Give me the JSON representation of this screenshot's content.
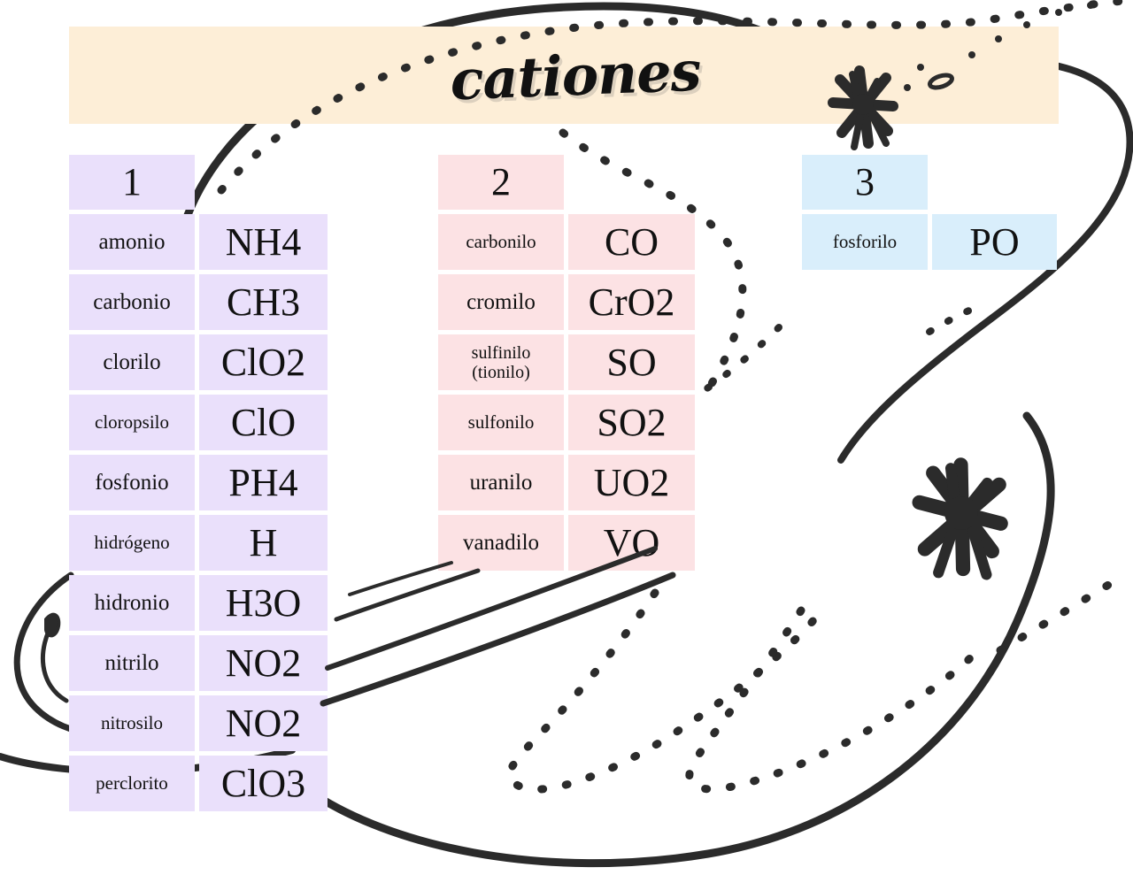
{
  "banner": {
    "title": "cationes",
    "color": "#fdeed7"
  },
  "columns": [
    {
      "id": "col1",
      "header": "1",
      "color": "#eae0fb",
      "rows": [
        {
          "name": "amonio",
          "formula": "NH4"
        },
        {
          "name": "carbonio",
          "formula": "CH3"
        },
        {
          "name": "clorilo",
          "formula": "ClO2"
        },
        {
          "name": "cloropsilo",
          "formula": "ClO"
        },
        {
          "name": "fosfonio",
          "formula": "PH4"
        },
        {
          "name": "hidrógeno",
          "formula": "H"
        },
        {
          "name": "hidronio",
          "formula": "H3O"
        },
        {
          "name": "nitrilo",
          "formula": "NO2"
        },
        {
          "name": "nitrosilo",
          "formula": "NO2"
        },
        {
          "name": "perclorito",
          "formula": "ClO3"
        }
      ]
    },
    {
      "id": "col2",
      "header": "2",
      "color": "#fce2e4",
      "rows": [
        {
          "name": "carbonilo",
          "formula": "CO"
        },
        {
          "name": "cromilo",
          "formula": "CrO2"
        },
        {
          "name": "sulfinilo",
          "name2": "(tionilo)",
          "formula": "SO"
        },
        {
          "name": "sulfonilo",
          "formula": "SO2"
        },
        {
          "name": "uranilo",
          "formula": "UO2"
        },
        {
          "name": "vanadilo",
          "formula": "VO"
        }
      ]
    },
    {
      "id": "col3",
      "header": "3",
      "color": "#d9eefb",
      "rows": [
        {
          "name": "fosforilo",
          "formula": "PO"
        }
      ]
    }
  ],
  "decorations": {
    "star_top": "sparkle-asterisk-icon",
    "star_bottom": "sparkle-asterisk-icon",
    "dotted_curves": "dotted-swirl-decoration",
    "solid_curves": "hand-drawn-swirl-decoration"
  }
}
